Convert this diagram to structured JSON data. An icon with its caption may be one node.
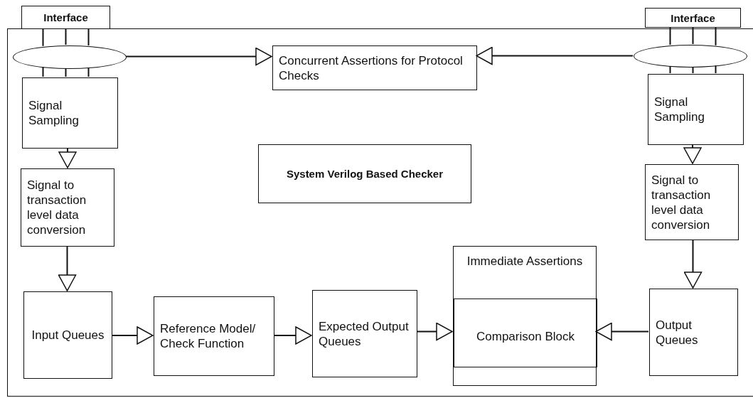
{
  "diagram": {
    "nodes": [
      {
        "text": [],
        "shape": "box"
      },
      {
        "text": [
          "Interface"
        ]
      },
      {
        "text": [
          "Interface"
        ]
      },
      {
        "text": [],
        "shape": "ellipse",
        "in": 0
      },
      {
        "text": [
          "Concurrent Assertions for Protocol Checks"
        ],
        "in": 0
      },
      {
        "text": [],
        "shape": "ellipse",
        "in": 0
      },
      {
        "text": [
          "Signal Sampling"
        ],
        "in": 0
      },
      {
        "text": [
          "Signal Sampling"
        ],
        "in": 0
      },
      {
        "text": [
          "System Verilog Based Checker"
        ],
        "in": 0
      },
      {
        "text": [
          "Signal to transaction level data conversion"
        ],
        "in": 0
      },
      {
        "text": [
          "Signal to transaction level data conversion"
        ],
        "in": 0
      },
      {
        "text": [
          "Immediate Assertions"
        ],
        "in": 0
      },
      {
        "text": [
          "Input Queues"
        ],
        "in": 0
      },
      {
        "text": [
          "Reference Model/ Check Function"
        ],
        "in": 0
      },
      {
        "text": [
          "Expected Output Queues"
        ],
        "in": 0
      },
      {
        "text": [
          "Comparison Block"
        ],
        "in": 11
      },
      {
        "text": [
          "Output Queues"
        ],
        "in": 0
      }
    ],
    "edges": [
      {
        "from": 3,
        "to": 4,
        "arrow": "to"
      },
      {
        "from": 5,
        "to": 4,
        "arrow": "to"
      },
      {
        "from": 1,
        "to": 3,
        "arrow": "none"
      },
      {
        "from": 1,
        "to": 3,
        "arrow": "none"
      },
      {
        "from": 1,
        "to": 3,
        "arrow": "none"
      },
      {
        "from": 3,
        "to": 6,
        "arrow": "none"
      },
      {
        "from": 3,
        "to": 6,
        "arrow": "none"
      },
      {
        "from": 3,
        "to": 6,
        "arrow": "none"
      },
      {
        "from": 2,
        "to": 5,
        "arrow": "none"
      },
      {
        "from": 2,
        "to": 5,
        "arrow": "none"
      },
      {
        "from": 2,
        "to": 5,
        "arrow": "none"
      },
      {
        "from": 5,
        "to": 7,
        "arrow": "none"
      },
      {
        "from": 5,
        "to": 7,
        "arrow": "none"
      },
      {
        "from": 5,
        "to": 7,
        "arrow": "none"
      },
      {
        "from": 6,
        "to": 9,
        "arrow": "to"
      },
      {
        "from": 7,
        "to": 10,
        "arrow": "to"
      },
      {
        "from": 9,
        "to": 12,
        "arrow": "to"
      },
      {
        "from": 10,
        "to": 16,
        "arrow": "to"
      },
      {
        "from": 12,
        "to": 13,
        "arrow": "to"
      },
      {
        "from": 13,
        "to": 14,
        "arrow": "to"
      },
      {
        "from": 14,
        "to": 15,
        "arrow": "to"
      },
      {
        "from": 16,
        "to": 15,
        "arrow": "to"
      }
    ]
  }
}
